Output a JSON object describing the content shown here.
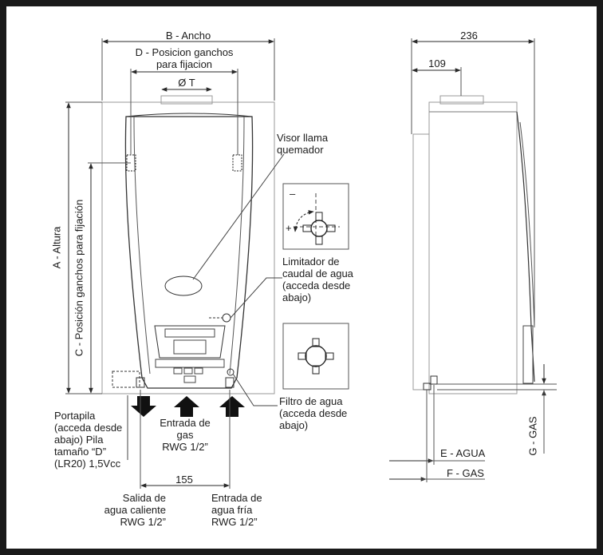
{
  "labels": {
    "width": "B - Ancho",
    "hooks_top_line1": "D - Posicion ganchos",
    "hooks_top_line2": "para fijacion",
    "flue_diameter": "Ø T",
    "height": "A - Altura",
    "hooks_side": "C - Posición ganchos para fijación",
    "flame_viewer_line1": "Visor llama",
    "flame_viewer_line2": "quemador",
    "flow_limiter_line1": "Limitador de",
    "flow_limiter_line2": "caudal de agua",
    "flow_limiter_line3": "(acceda desde",
    "flow_limiter_line4": "abajo)",
    "water_filter_line1": "Filtro de agua",
    "water_filter_line2": "(acceda desde",
    "water_filter_line3": "abajo)",
    "battery_line1": "Portapila",
    "battery_line2": "(acceda desde",
    "battery_line3": "abajo) Pila",
    "battery_line4": "tamaño “D”",
    "battery_line5": "(LR20) 1,5Vcc",
    "gas_inlet_line1": "Entrada de",
    "gas_inlet_line2": "gas",
    "gas_inlet_line3": "RWG 1/2”",
    "hot_out_line1": "Salida de",
    "hot_out_line2": "agua caliente",
    "hot_out_line3": "RWG 1/2”",
    "cold_in_line1": "Entrada de",
    "cold_in_line2": "agua fría",
    "cold_in_line3": "RWG 1/2”",
    "spacing": "155",
    "depth": "236",
    "flue_offset": "109",
    "water_dim": "E - AGUA",
    "gas_dim": "F - GAS",
    "gas_height": "G - GAS",
    "plus_sign": "+",
    "minus_sign": "–"
  }
}
